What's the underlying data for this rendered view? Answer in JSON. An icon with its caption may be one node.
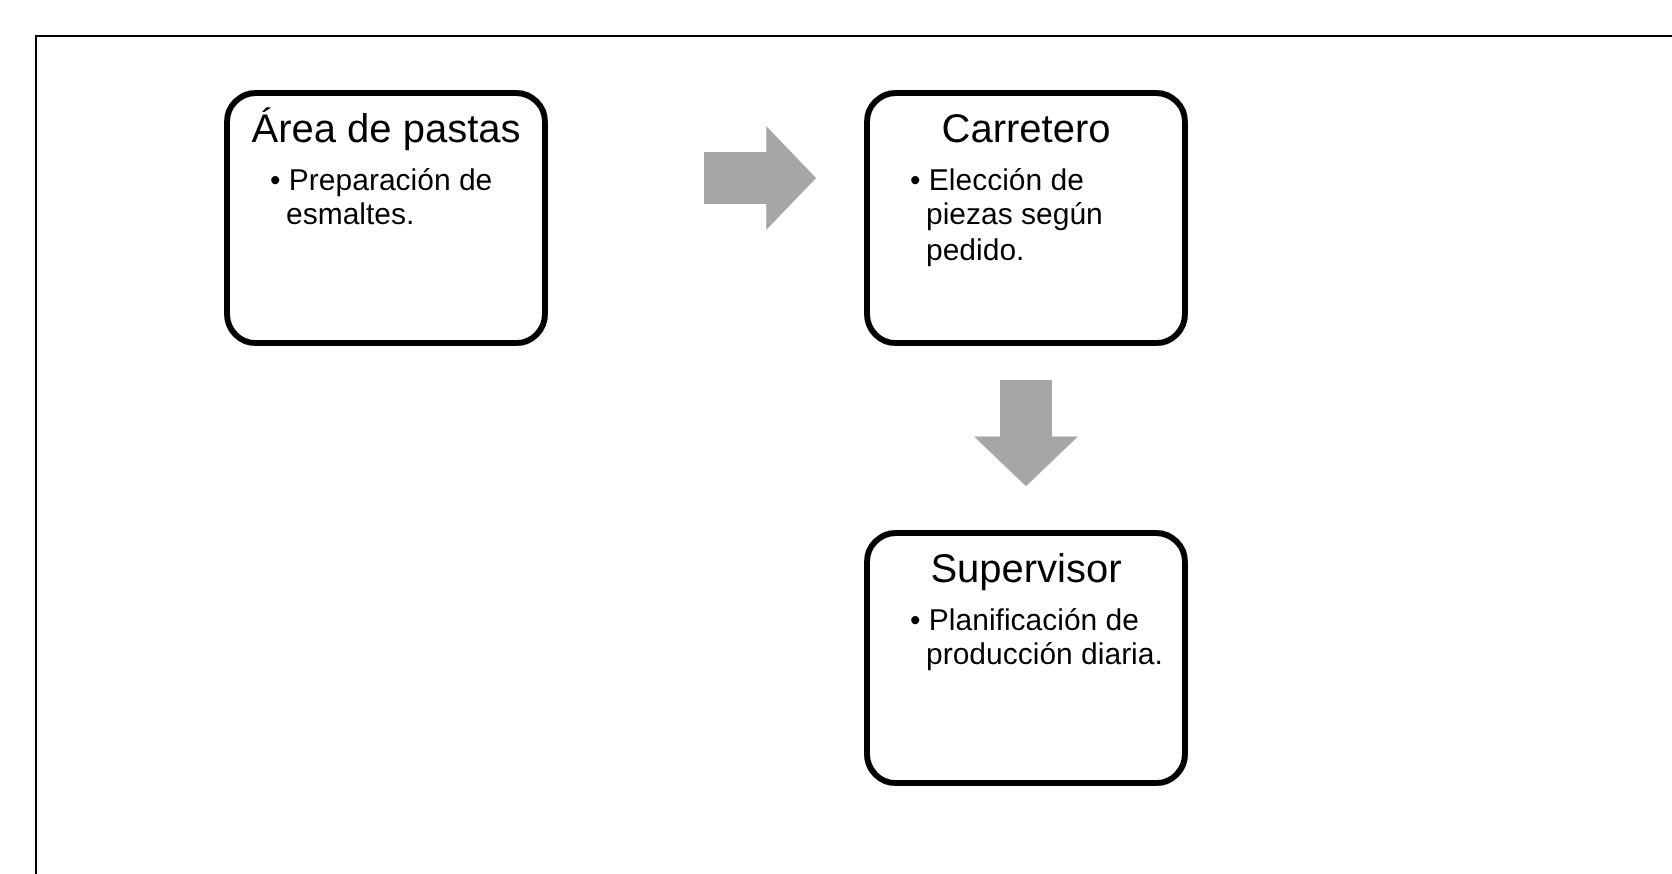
{
  "diagram": {
    "nodes": [
      {
        "text": [
          "Área de pastas",
          "• Preparación de esmaltes."
        ]
      },
      {
        "text": [
          "Carretero",
          "• Elección de piezas según pedido."
        ]
      },
      {
        "text": [
          "Supervisor",
          "• Planificación de producción diaria."
        ]
      }
    ],
    "edges": [
      {
        "from": 0,
        "to": 1,
        "arrow": "to"
      },
      {
        "from": 1,
        "to": 2,
        "arrow": "to"
      }
    ]
  }
}
